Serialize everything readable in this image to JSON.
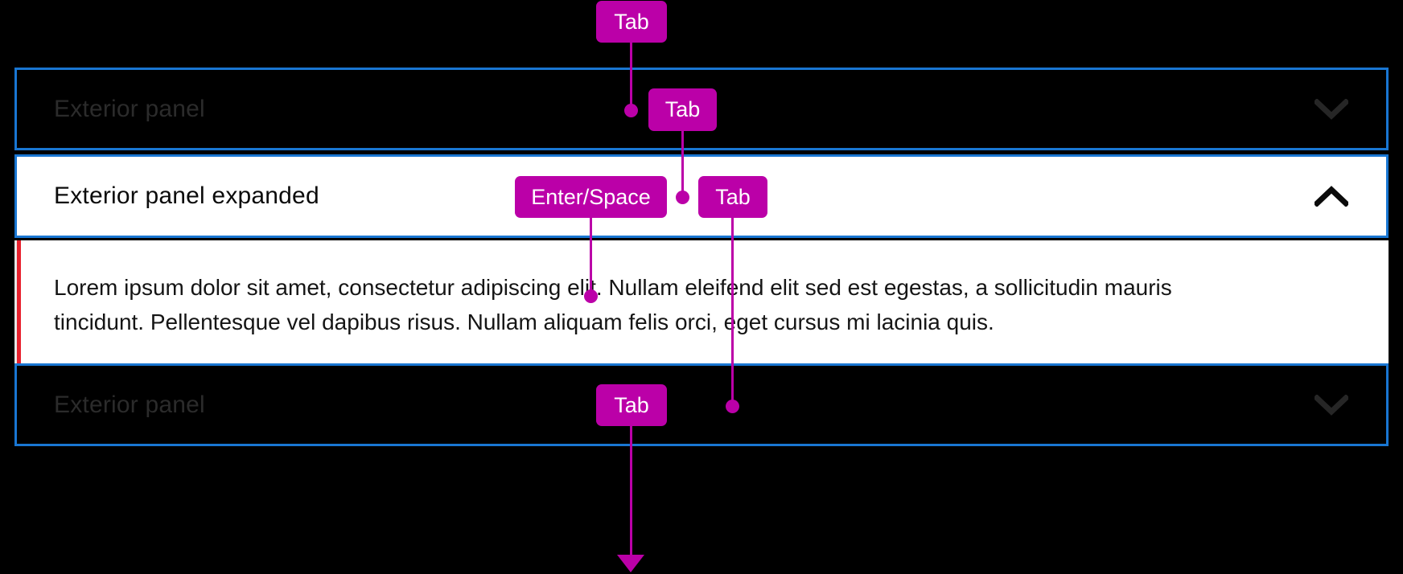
{
  "meta": {
    "background_color": "#000000",
    "accent_magenta": "#bb00a8",
    "focus_blue": "#1976d2",
    "error_red": "#e8212e",
    "panel_dark_bg": "#000000",
    "panel_light_bg": "#ffffff"
  },
  "panels": {
    "collapsed_top": {
      "title": "Exterior panel",
      "chevron": "chevron-down-icon",
      "state": "collapsed"
    },
    "expanded": {
      "title": "Exterior panel expanded",
      "chevron": "chevron-up-icon",
      "state": "expanded",
      "body": "Lorem ipsum dolor sit amet, consectetur adipiscing elit. Nullam eleifend elit sed est egestas, a sollicitudin mauris tincidunt. Pellentesque vel dapibus risus. Nullam aliquam felis orci, eget cursus mi lacinia quis."
    },
    "collapsed_bottom": {
      "title": "Exterior panel",
      "chevron": "chevron-down-icon",
      "state": "collapsed"
    }
  },
  "keys": {
    "tab_into_first_panel": "Tab",
    "tab_to_expanded_header": "Tab",
    "enter_space_activate": "Enter/Space",
    "tab_past_body": "Tab",
    "tab_to_next_panel": "Tab"
  }
}
